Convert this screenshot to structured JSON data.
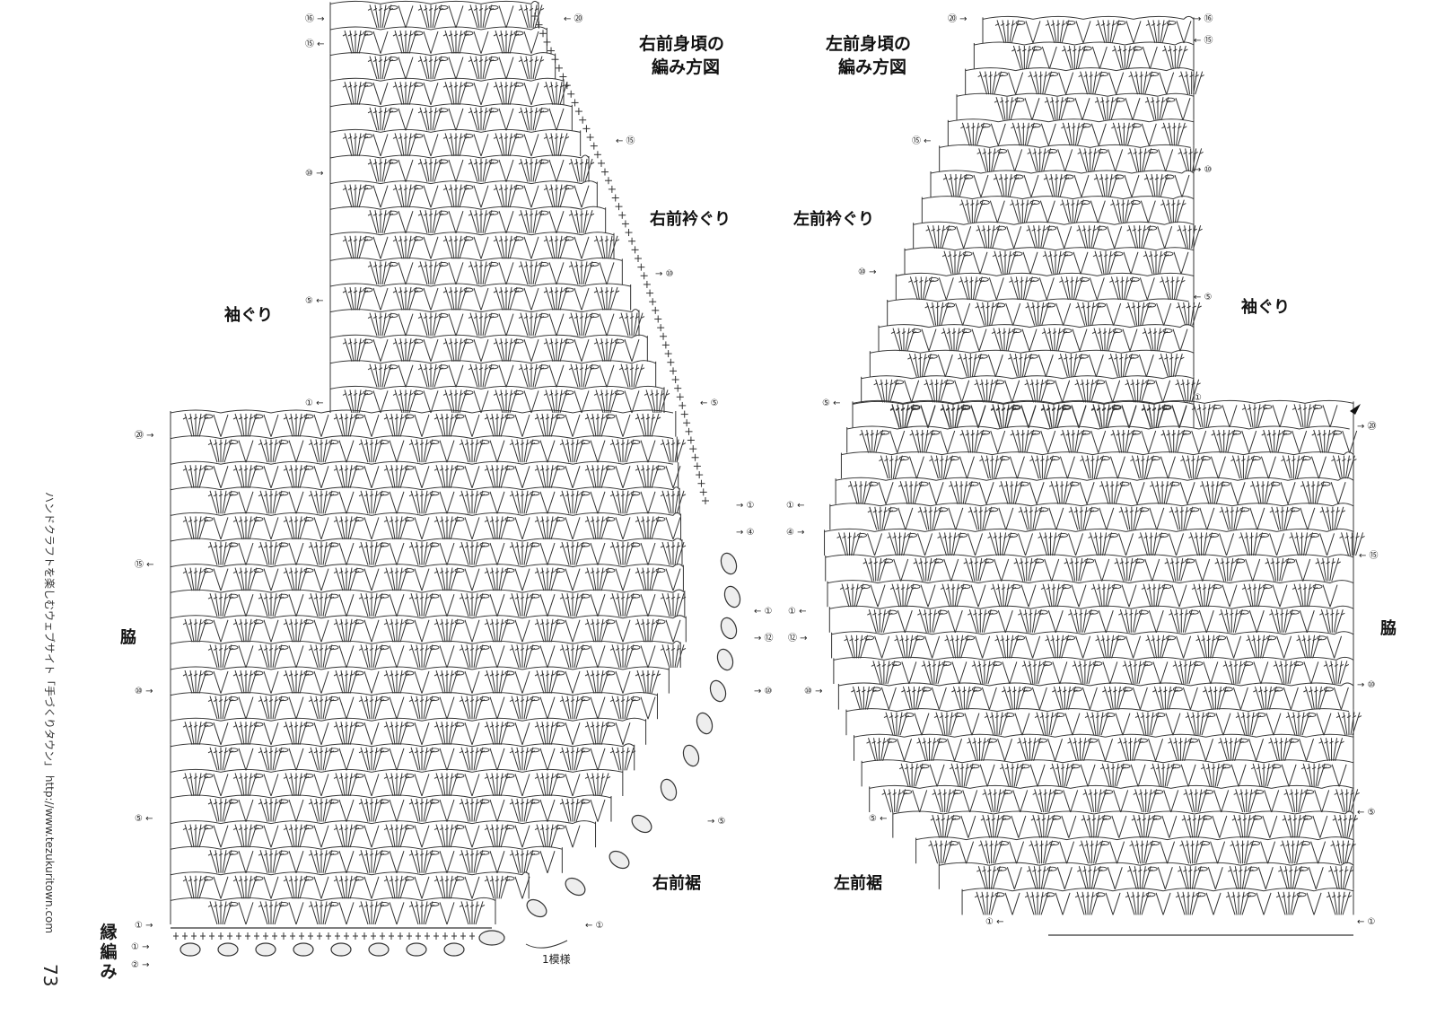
{
  "titles": {
    "right_front_line1": "右前身頃の",
    "right_front_line2": "編み方図",
    "left_front_line1": "左前身頃の",
    "left_front_line2": "編み方図"
  },
  "labels": {
    "right_neckline": "右前衿ぐり",
    "left_neckline": "左前衿ぐり",
    "right_armhole": "袖ぐり",
    "left_armhole": "袖ぐり",
    "right_side": "脇",
    "left_side": "脇",
    "right_hem": "右前裾",
    "left_hem": "左前裾",
    "edging": "縁編み",
    "one_pattern": "1模様"
  },
  "side_text": "ハンドクラフトを楽しむウェブサイト「手づくりタウン」 http://www.tezukuritown.com",
  "page_number": "73",
  "row_markers": {
    "right": [
      {
        "label": "⑯",
        "dir": "→",
        "side": "left"
      },
      {
        "label": "⑮",
        "dir": "←",
        "side": "left"
      },
      {
        "label": "⑳",
        "dir": "←",
        "side": "right"
      },
      {
        "label": "⑩",
        "dir": "→",
        "side": "left"
      },
      {
        "label": "⑮",
        "dir": "←",
        "side": "right"
      },
      {
        "label": "⑤",
        "dir": "←",
        "side": "left"
      },
      {
        "label": "⑩",
        "dir": "→",
        "side": "right"
      },
      {
        "label": "①",
        "dir": "←",
        "side": "left"
      },
      {
        "label": "⑤",
        "dir": "←",
        "side": "right"
      },
      {
        "label": "⑳",
        "dir": "→",
        "side": "left"
      },
      {
        "label": "①",
        "dir": "→",
        "side": "right"
      },
      {
        "label": "④",
        "dir": "→",
        "side": "right"
      },
      {
        "label": "⑮",
        "dir": "←",
        "side": "left"
      },
      {
        "label": "①",
        "dir": "←",
        "side": "right"
      },
      {
        "label": "⑫",
        "dir": "→",
        "side": "right"
      },
      {
        "label": "脇",
        "dir": "",
        "side": "left"
      },
      {
        "label": "⑩",
        "dir": "→",
        "side": "left"
      },
      {
        "label": "⑩",
        "dir": "→",
        "side": "right"
      },
      {
        "label": "⑤",
        "dir": "←",
        "side": "left"
      },
      {
        "label": "⑤",
        "dir": "→",
        "side": "right"
      },
      {
        "label": "①",
        "dir": "←",
        "side": "right"
      },
      {
        "label": "①",
        "dir": "→",
        "side": "left"
      },
      {
        "label": "①",
        "dir": "→",
        "side": "edging"
      },
      {
        "label": "②",
        "dir": "→",
        "side": "edging"
      }
    ],
    "left": [
      {
        "label": "⑳",
        "dir": "→",
        "side": "left"
      },
      {
        "label": "⑯",
        "dir": "→",
        "side": "right"
      },
      {
        "label": "⑮",
        "dir": "←",
        "side": "right"
      },
      {
        "label": "⑮",
        "dir": "←",
        "side": "left"
      },
      {
        "label": "⑩",
        "dir": "→",
        "side": "right"
      },
      {
        "label": "⑩",
        "dir": "→",
        "side": "left"
      },
      {
        "label": "⑤",
        "dir": "←",
        "side": "right"
      },
      {
        "label": "⑤",
        "dir": "←",
        "side": "left"
      },
      {
        "label": "①",
        "dir": "",
        "side": "right"
      },
      {
        "label": "⑳",
        "dir": "→",
        "side": "right"
      },
      {
        "label": "①",
        "dir": "←",
        "side": "left"
      },
      {
        "label": "④",
        "dir": "→",
        "side": "left"
      },
      {
        "label": "⑮",
        "dir": "←",
        "side": "right"
      },
      {
        "label": "①",
        "dir": "←",
        "side": "left"
      },
      {
        "label": "⑫",
        "dir": "→",
        "side": "left"
      },
      {
        "label": "⑩",
        "dir": "→",
        "side": "left"
      },
      {
        "label": "⑩",
        "dir": "→",
        "side": "right"
      },
      {
        "label": "⑤",
        "dir": "←",
        "side": "left"
      },
      {
        "label": "⑤",
        "dir": "←",
        "side": "right"
      },
      {
        "label": "①",
        "dir": "←",
        "side": "left"
      },
      {
        "label": "①",
        "dir": "←",
        "side": "right"
      }
    ]
  }
}
